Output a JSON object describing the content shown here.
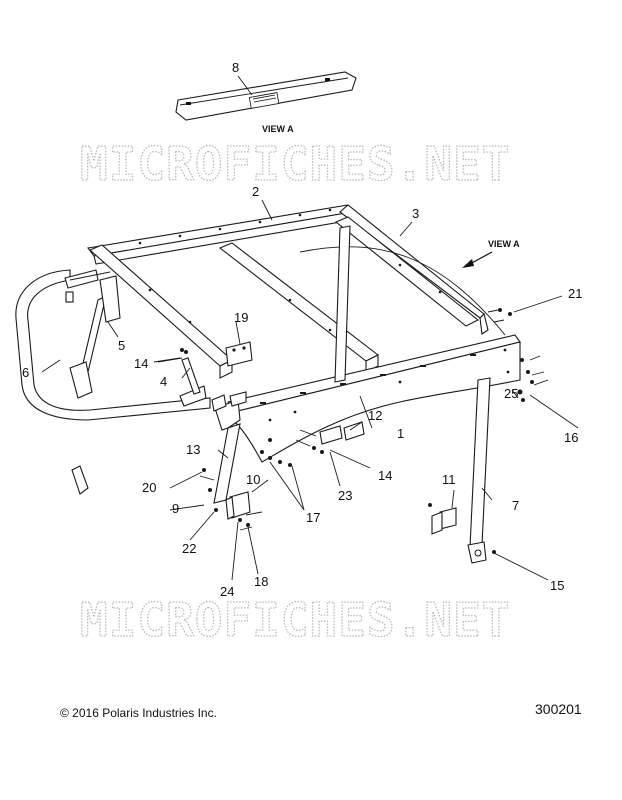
{
  "view_a_label": "VIEW A",
  "view_a_arrow_label": "VIEW A",
  "watermark": "MICROFICHES.NET",
  "callouts": {
    "c1": "1",
    "c2": "2",
    "c3": "3",
    "c4": "4",
    "c5": "5",
    "c6": "6",
    "c7": "7",
    "c8": "8",
    "c9": "9",
    "c10": "10",
    "c11": "11",
    "c12": "12",
    "c13": "13",
    "c14a": "14",
    "c14b": "14",
    "c15": "15",
    "c16": "16",
    "c17": "17",
    "c18": "18",
    "c19": "19",
    "c20": "20",
    "c21": "21",
    "c22": "22",
    "c23": "23",
    "c24": "24",
    "c25": "25"
  },
  "copyright": "© 2016 Polaris Industries Inc.",
  "figure_number": "300201"
}
